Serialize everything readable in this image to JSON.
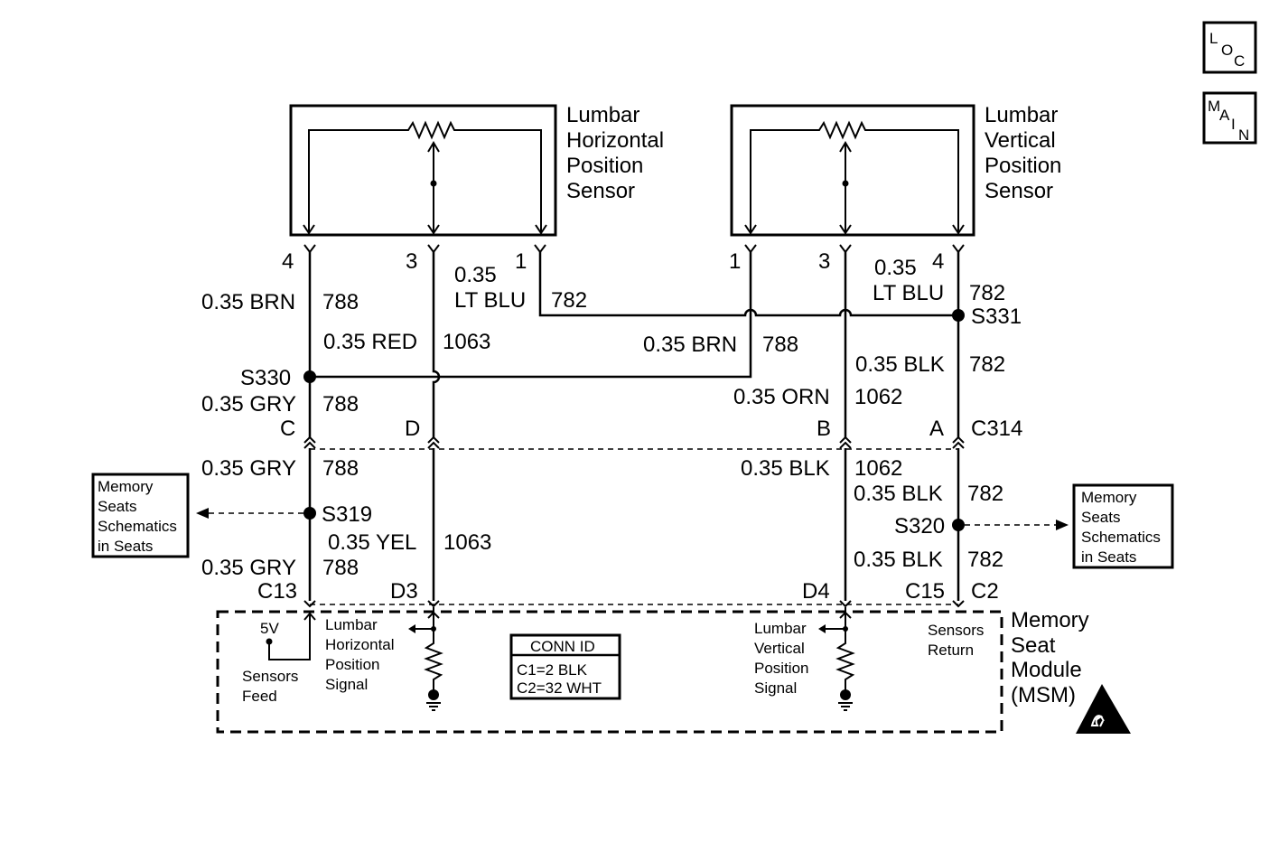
{
  "nav": {
    "loc": [
      "L",
      "O",
      "C"
    ],
    "main": [
      "M",
      "A",
      "I",
      "N"
    ]
  },
  "sensors": {
    "horizontal": [
      "Lumbar",
      "Horizontal",
      "Position",
      "Sensor"
    ],
    "vertical": [
      "Lumbar",
      "Vertical",
      "Position",
      "Sensor"
    ]
  },
  "pins": {
    "h4": "4",
    "h3": "3",
    "h1": "1",
    "v1": "1",
    "v3": "3",
    "v4": "4"
  },
  "wires": {
    "brn_left": "0.35 BRN",
    "brn_left_circuit": "788",
    "ltblu_left_size": "0.35",
    "ltblu_left_color": "LT BLU",
    "ltblu_left_circuit": "782",
    "red": "0.35 RED",
    "red_circuit": "1063",
    "brn_mid": "0.35 BRN",
    "brn_mid_circuit": "788",
    "ltblu_right_size": "0.35",
    "ltblu_right_color": "LT BLU",
    "ltblu_right_circuit": "782",
    "blk_upper": "0.35 BLK",
    "blk_upper_circuit": "782",
    "orn": "0.35 ORN",
    "orn_circuit": "1062",
    "gry_upper": "0.35 GRY",
    "gry_upper_circuit": "788",
    "gry_mid": "0.35 GRY",
    "gry_mid_circuit": "788",
    "blk_mid": "0.35 BLK",
    "blk_mid_circuit": "1062",
    "blk_right1": "0.35 BLK",
    "blk_right1_circuit": "782",
    "yel": "0.35 YEL",
    "yel_circuit": "1063",
    "gry_low": "0.35 GRY",
    "gry_low_circuit": "788",
    "blk_right2": "0.35 BLK",
    "blk_right2_circuit": "782"
  },
  "splices": {
    "s330": "S330",
    "s331": "S331",
    "s319": "S319",
    "s320": "S320"
  },
  "connector_c314": {
    "name": "C314",
    "cav_c": "C",
    "cav_d": "D",
    "cav_b": "B",
    "cav_a": "A"
  },
  "module_pins": {
    "c13": "C13",
    "d3": "D3",
    "d4": "D4",
    "c15": "C15",
    "c2": "C2"
  },
  "module": {
    "name": [
      "Memory",
      "Seat",
      "Module",
      "(MSM)"
    ],
    "five_v": "5V",
    "sensors_feed": [
      "Sensors",
      "Feed"
    ],
    "lumbar_h_signal": [
      "Lumbar",
      "Horizontal",
      "Position",
      "Signal"
    ],
    "lumbar_v_signal": [
      "Lumbar",
      "Vertical",
      "Position",
      "Signal"
    ],
    "sensors_return": [
      "Sensors",
      "Return"
    ]
  },
  "conn_id": {
    "title": "CONN ID",
    "c1": "C1=2 BLK",
    "c2": "C2=32 WHT"
  },
  "references": {
    "left": [
      "Memory",
      "Seats",
      "Schematics",
      "in Seats"
    ],
    "right": [
      "Memory",
      "Seats",
      "Schematics",
      "in Seats"
    ]
  }
}
